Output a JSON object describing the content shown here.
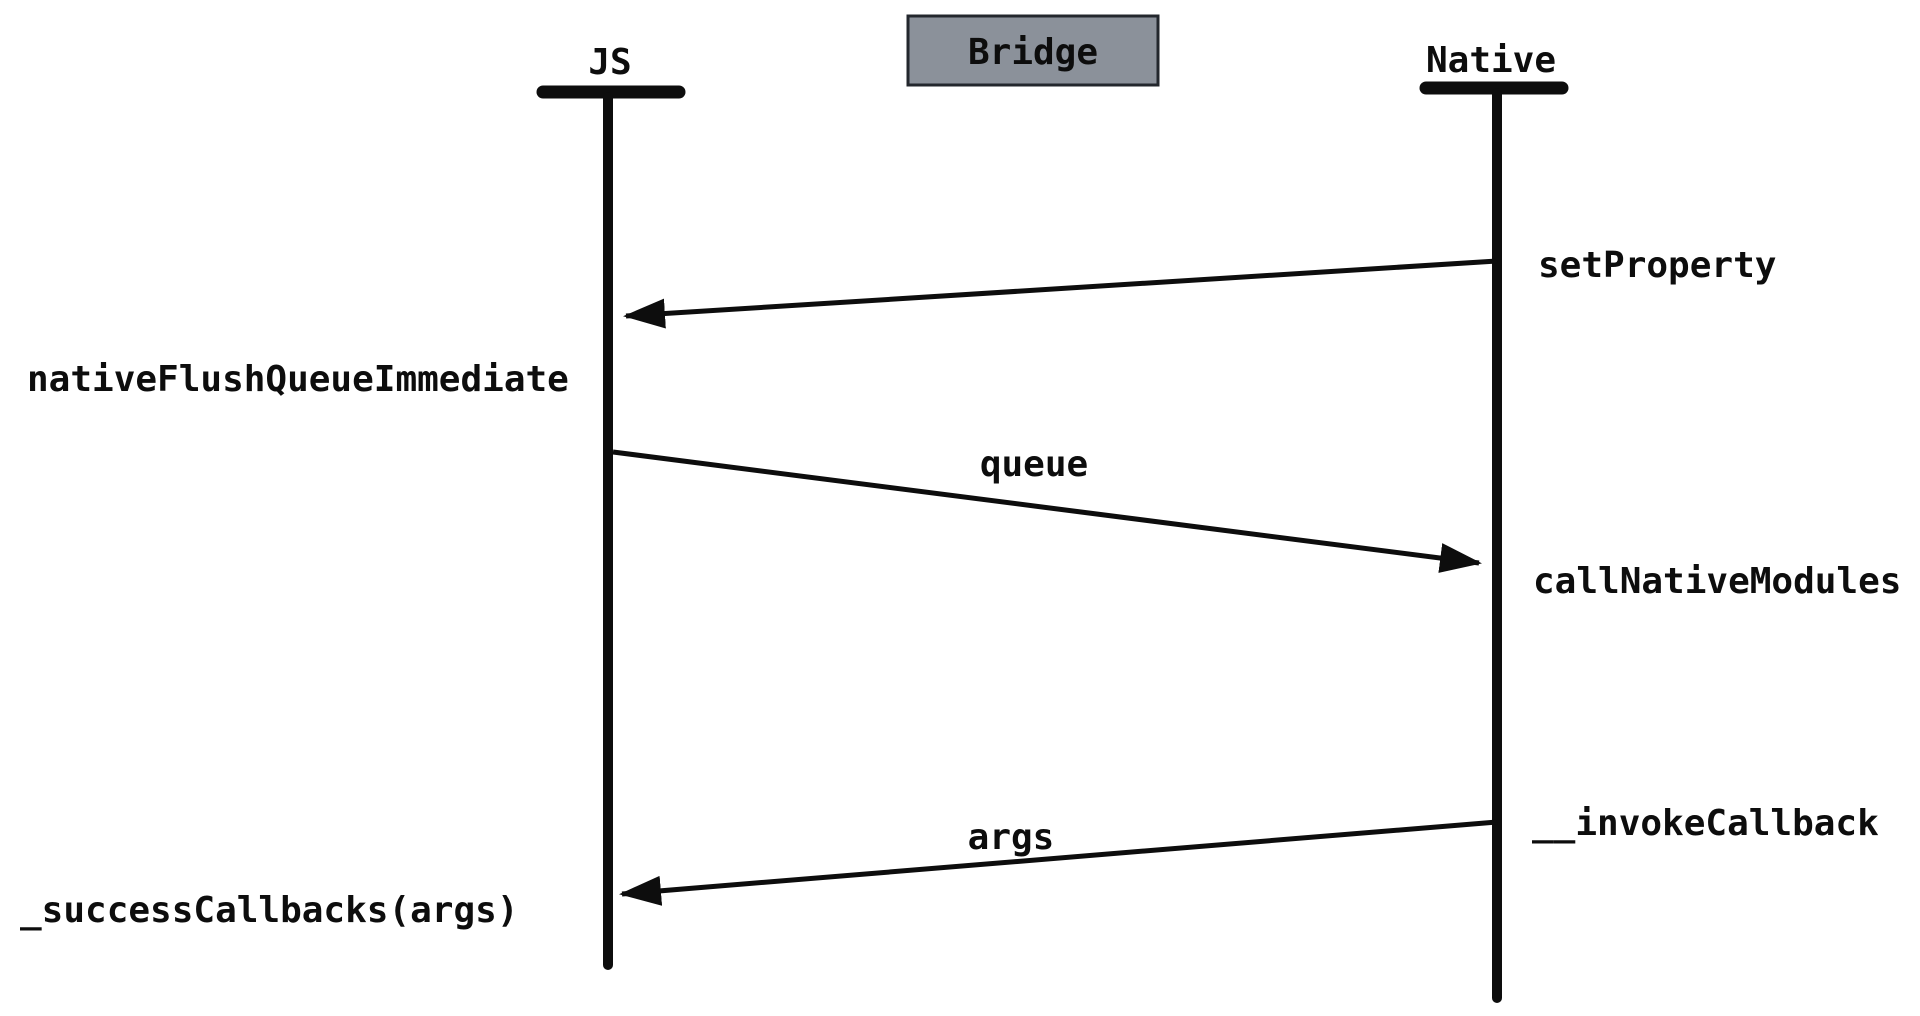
{
  "colors": {
    "background": "#ffffff",
    "ink": "#0d0d0d",
    "bridge_fill": "#8b919a",
    "bridge_border": "#23272d"
  },
  "diagram": {
    "type": "sequence-diagram",
    "actors": [
      {
        "id": "js",
        "label": "JS"
      },
      {
        "id": "bridge",
        "label": "Bridge"
      },
      {
        "id": "native",
        "label": "Native"
      }
    ],
    "messages": [
      {
        "from": "native",
        "to": "js",
        "source_label": "setProperty",
        "target_label": "nativeFlushQueueImmediate",
        "line_label": ""
      },
      {
        "from": "js",
        "to": "native",
        "source_label": "",
        "target_label": "callNativeModules",
        "line_label": "queue"
      },
      {
        "from": "native",
        "to": "js",
        "source_label": "__invokeCallback",
        "target_label": "_successCallbacks(args)",
        "line_label": "args"
      }
    ]
  }
}
